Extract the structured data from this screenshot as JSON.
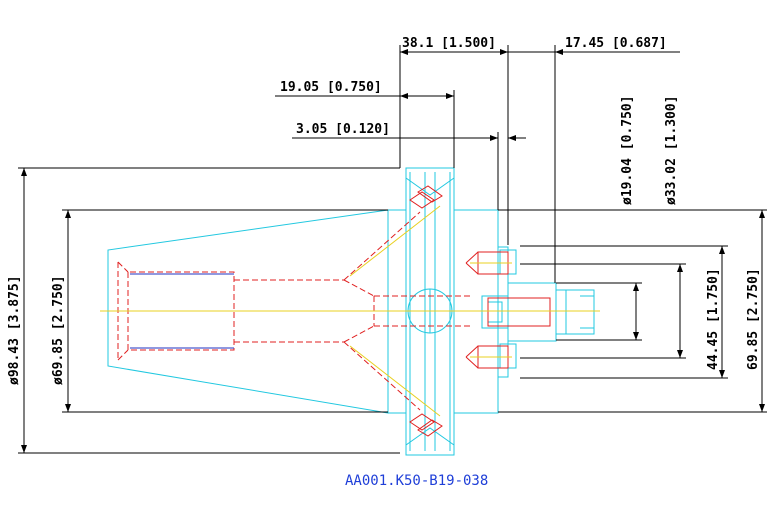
{
  "dimensions": {
    "d1": "38.1 [1.500]",
    "d2": "17.45 [0.687]",
    "d3": "19.05 [0.750]",
    "d4": "3.05 [0.120]",
    "d5": "ø19.04 [0.750]",
    "d6": "ø33.02 [1.300]",
    "d7": "ø98.43 [3.875]",
    "d8": "ø69.85 [2.750]",
    "d9": "44.45 [1.750]",
    "d10": "69.85 [2.750]"
  },
  "part_number": "AA001.K50-B19-038",
  "colors": {
    "outline": "#22c8e0",
    "hidden": "#e02020",
    "centerline": "#e8d020",
    "dimension": "#000000",
    "part_label": "#1f3fd8"
  }
}
